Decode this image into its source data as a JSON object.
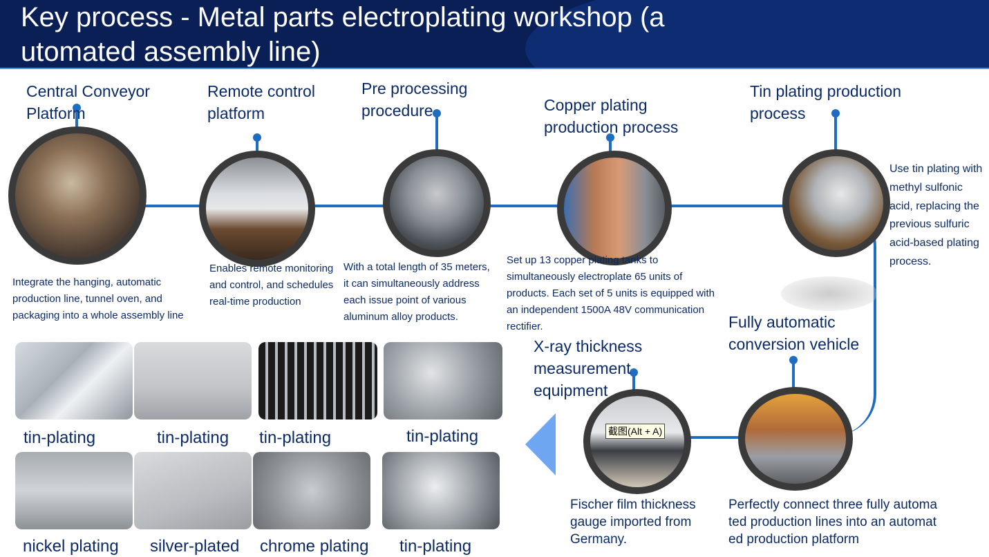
{
  "header": {
    "title": "Key process - Metal parts electroplating workshop (automated assembly line)"
  },
  "stages": {
    "central": {
      "title": "Central Conveyor Platform",
      "desc": "Integrate the hanging, automatic production line, tunnel oven, and packaging into a whole assembly line"
    },
    "remote": {
      "title": "Remote control platform",
      "desc": "Enables remote monitoring and control, and schedules real-time production"
    },
    "pre": {
      "title": "Pre processing procedure",
      "desc": "With a total length of 35 meters, it can simultaneously address each issue point of various aluminum alloy products."
    },
    "copper": {
      "title": "Copper plating production process",
      "desc": "Set up 13 copper plating tanks to simultaneously electroplate 65 units of products. Each set of 5 units is equipped with an independent 1500A 48V communication rectifier."
    },
    "tin": {
      "title": "Tin plating production process",
      "desc": "Use tin plating with methyl sulfonic acid, replacing the previous sulfuric acid-based plating process."
    },
    "vehicle": {
      "title": "Fully automatic conversion vehicle",
      "desc": "Perfectly connect three fully automated production lines into an automated production platform"
    },
    "xray": {
      "title": "X-ray thickness measurement equipment",
      "desc": "Fischer film thickness gauge imported from Germany."
    }
  },
  "tooltip": "截图(Alt + A)",
  "samples": [
    {
      "label": "tin-plating"
    },
    {
      "label": "tin-plating"
    },
    {
      "label": "tin-plating"
    },
    {
      "label": "tin-plating"
    },
    {
      "label": "nickel plating"
    },
    {
      "label": "silver-plated"
    },
    {
      "label": "chrome plating"
    },
    {
      "label": "tin-plating"
    }
  ],
  "colors": {
    "header": "#0a1f55",
    "accent": "#1f6dc0",
    "text": "#0b2a66",
    "arrow": "#6fa6f2"
  }
}
